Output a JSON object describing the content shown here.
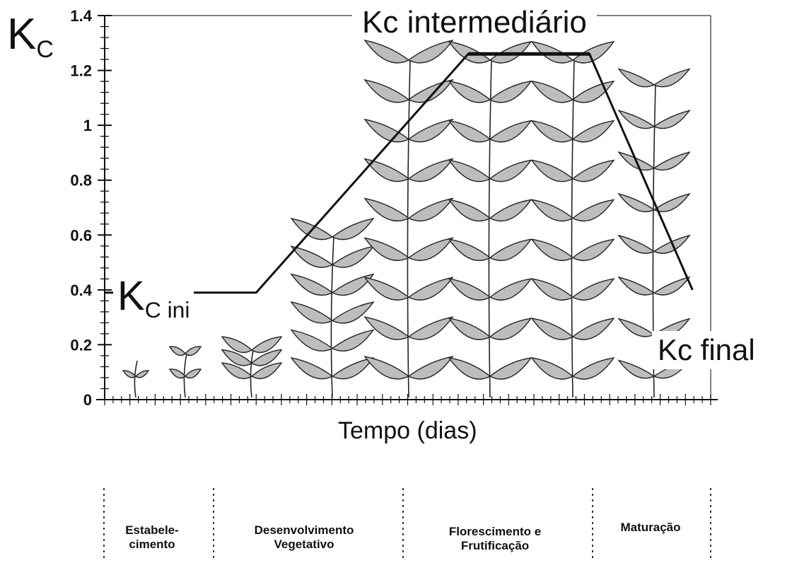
{
  "chart_data": {
    "type": "line",
    "ylabel_main": "K",
    "ylabel_sub": "C",
    "xlabel": "Tempo (dias)",
    "ylim": [
      0,
      1.4
    ],
    "yticks": [
      "0",
      "0.2",
      "0.4",
      "0.6",
      "0.8",
      "1",
      "1.2",
      "1.4"
    ],
    "series": [
      {
        "points": [
          {
            "t": 0,
            "kc": 0.39
          },
          {
            "t": 0.25,
            "kc": 0.39
          },
          {
            "t": 0.6,
            "kc": 1.26
          },
          {
            "t": 0.8,
            "kc": 1.26
          },
          {
            "t": 0.97,
            "kc": 0.4
          }
        ]
      }
    ],
    "annotations": {
      "kc_ini_main": "K",
      "kc_ini_sub": "C ini",
      "kc_mid": "Kc intermediário",
      "kc_final": "Kc final"
    },
    "stages": [
      {
        "label": "Estabele-\ncimento"
      },
      {
        "label": "Desenvolvimento\nVegetativo"
      },
      {
        "label": "Florescimento e\nFrutificação"
      },
      {
        "label": "Maturação"
      }
    ],
    "grid": false,
    "illustration": "plant-growth-drawings"
  }
}
